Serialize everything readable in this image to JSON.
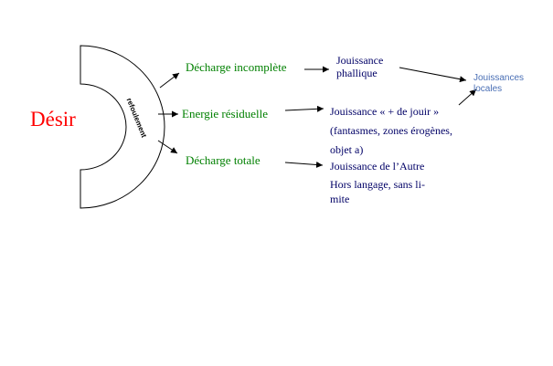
{
  "diagram": {
    "central_term": "Désir",
    "barrier_label": "refoulement",
    "branches": [
      {
        "label": "Décharge incomplète",
        "target_lines": [
          "Jouissance",
          "phallique"
        ]
      },
      {
        "label": "Energie résiduelle",
        "target_lines": [
          "Jouissance « + de jouir »",
          "(fantasmes, zones érogènes,",
          "objet a)"
        ]
      },
      {
        "label": "Décharge totale",
        "target_lines": [
          "Jouissance de l’Autre",
          "Hors langage, sans li-",
          "mite"
        ]
      }
    ],
    "merged_target_lines": [
      "Jouissances",
      "locales"
    ]
  },
  "colors": {
    "desir": "#ff0000",
    "branch": "#008000",
    "target": "#000066",
    "merged": "#4a6fb5",
    "line": "#000000"
  }
}
